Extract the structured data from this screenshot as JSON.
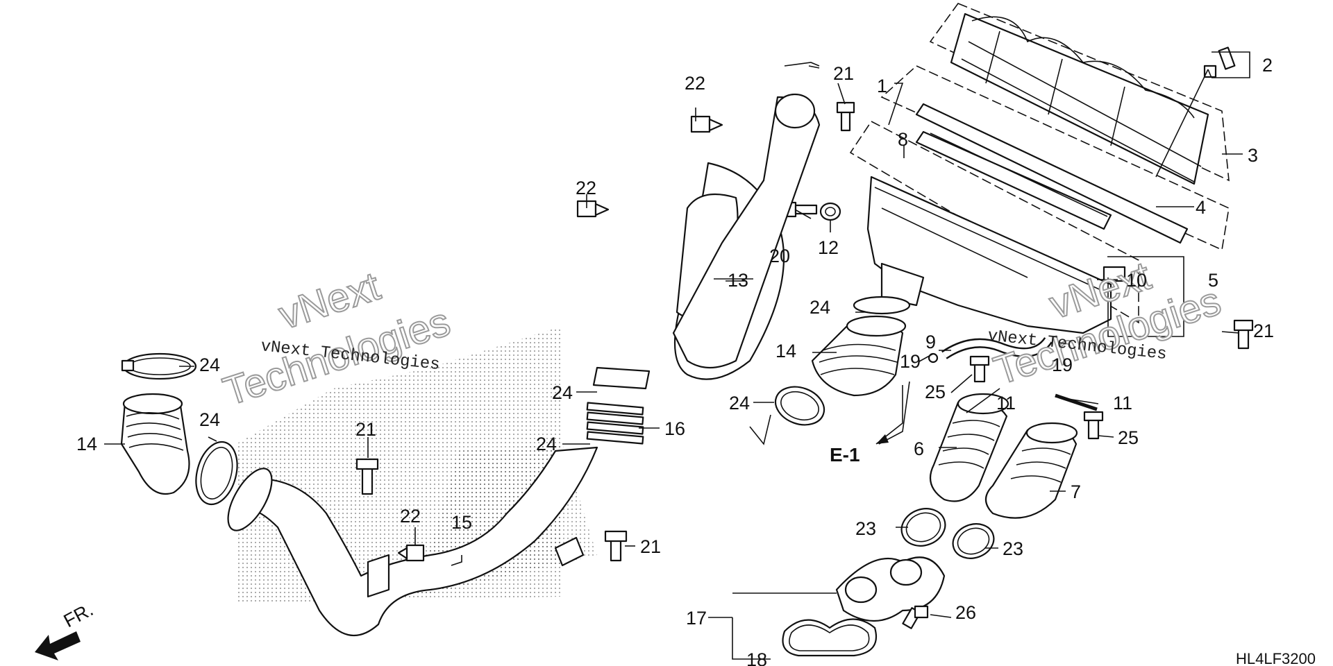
{
  "diagram": {
    "figure_code": "HL4LF3200",
    "direction_label": "FR.",
    "ref_label": "E-1",
    "watermark": {
      "line1": "vNext",
      "line2": "Technologies",
      "full": "vNext Technologies"
    },
    "callouts": {
      "c1": "1",
      "c2": "2",
      "c3": "3",
      "c4": "4",
      "c5": "5",
      "c6": "6",
      "c7": "7",
      "c8": "8",
      "c9": "9",
      "c10": "10",
      "c11a": "11",
      "c11b": "11",
      "c12": "12",
      "c13": "13",
      "c14a": "14",
      "c14b": "14",
      "c15": "15",
      "c16": "16",
      "c17": "17",
      "c18": "18",
      "c19a": "19",
      "c19b": "19",
      "c20": "20",
      "c21a": "21",
      "c21b": "21",
      "c21c": "21",
      "c21d": "21",
      "c22a": "22",
      "c22b": "22",
      "c22c": "22",
      "c23a": "23",
      "c23b": "23",
      "c24a": "24",
      "c24b": "24",
      "c24c": "24",
      "c24d": "24",
      "c24e": "24",
      "c24f": "24",
      "c25a": "25",
      "c25b": "25",
      "c26": "26"
    }
  }
}
